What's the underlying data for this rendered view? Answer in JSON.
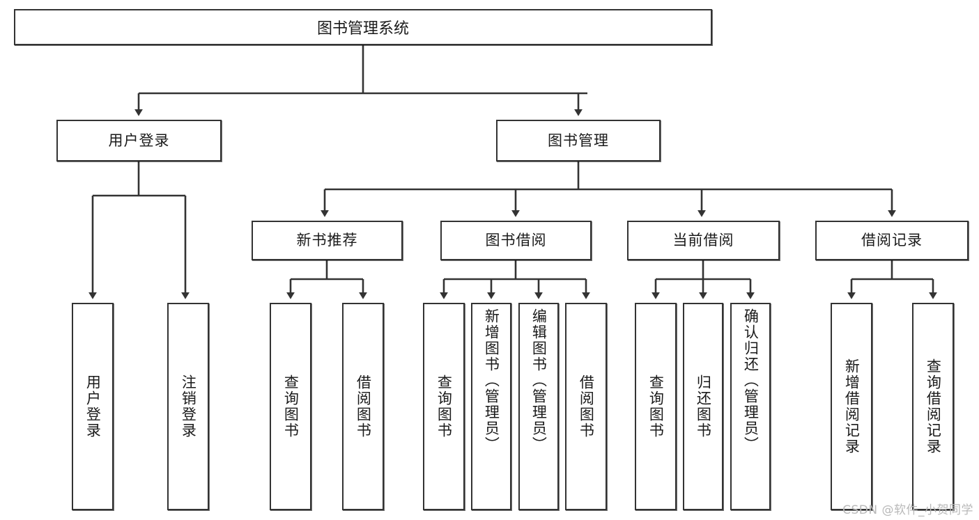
{
  "diagram": {
    "title": "图书管理系统",
    "type": "tree-hierarchy-diagram",
    "colors": {
      "box_border": "#333333",
      "box_fill": "#ffffff",
      "connector": "#333333",
      "text": "#1a1a1a",
      "watermark": "#b9b9b9",
      "background": "#ffffff"
    },
    "root": {
      "label": "图书管理系统"
    },
    "level1": [
      {
        "label": "用户登录"
      },
      {
        "label": "图书管理"
      }
    ],
    "level2": [
      {
        "label": "新书推荐"
      },
      {
        "label": "图书借阅"
      },
      {
        "label": "当前借阅"
      },
      {
        "label": "借阅记录"
      }
    ],
    "leaves": {
      "user_login": [
        {
          "label": "用户登录"
        },
        {
          "label": "注销登录"
        }
      ],
      "new_book_recommend": [
        {
          "label": "查询图书"
        },
        {
          "label": "借阅图书"
        }
      ],
      "book_borrow": [
        {
          "label": "查询图书"
        },
        {
          "label": "新增图书（管理员）"
        },
        {
          "label": "编辑图书（管理员）"
        },
        {
          "label": "借阅图书"
        }
      ],
      "current_borrow": [
        {
          "label": "查询图书"
        },
        {
          "label": "归还图书"
        },
        {
          "label": "确认归还（管理员）"
        }
      ],
      "borrow_record": [
        {
          "label": "新增借阅记录"
        },
        {
          "label": "查询借阅记录"
        }
      ]
    }
  },
  "watermark": {
    "text": "CSDN @软件_小贺同学"
  }
}
